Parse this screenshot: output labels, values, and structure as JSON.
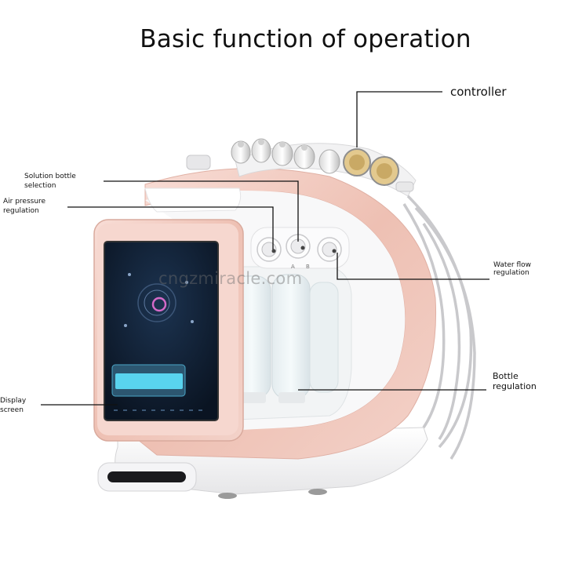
{
  "title": "Basic function of operation",
  "labels": {
    "controller": "controller",
    "solution_bottle_selection": "Solution bottle selection",
    "air_pressure_regulation": "Air pressure regulation",
    "water_flow_regulation": "Water flow regulation",
    "bottle_regulation": "Bottle regulation",
    "display_screen": "Display screen"
  },
  "knob_letters": [
    "A",
    "B"
  ],
  "watermark": "cngzmiracle.com",
  "colors": {
    "shell_pink": "#f2c7bd",
    "body_white": "#f7f7f8",
    "screen_dark": "#0d1a2c",
    "screen_bar": "#59d3ee",
    "leader_line": "#111111"
  }
}
